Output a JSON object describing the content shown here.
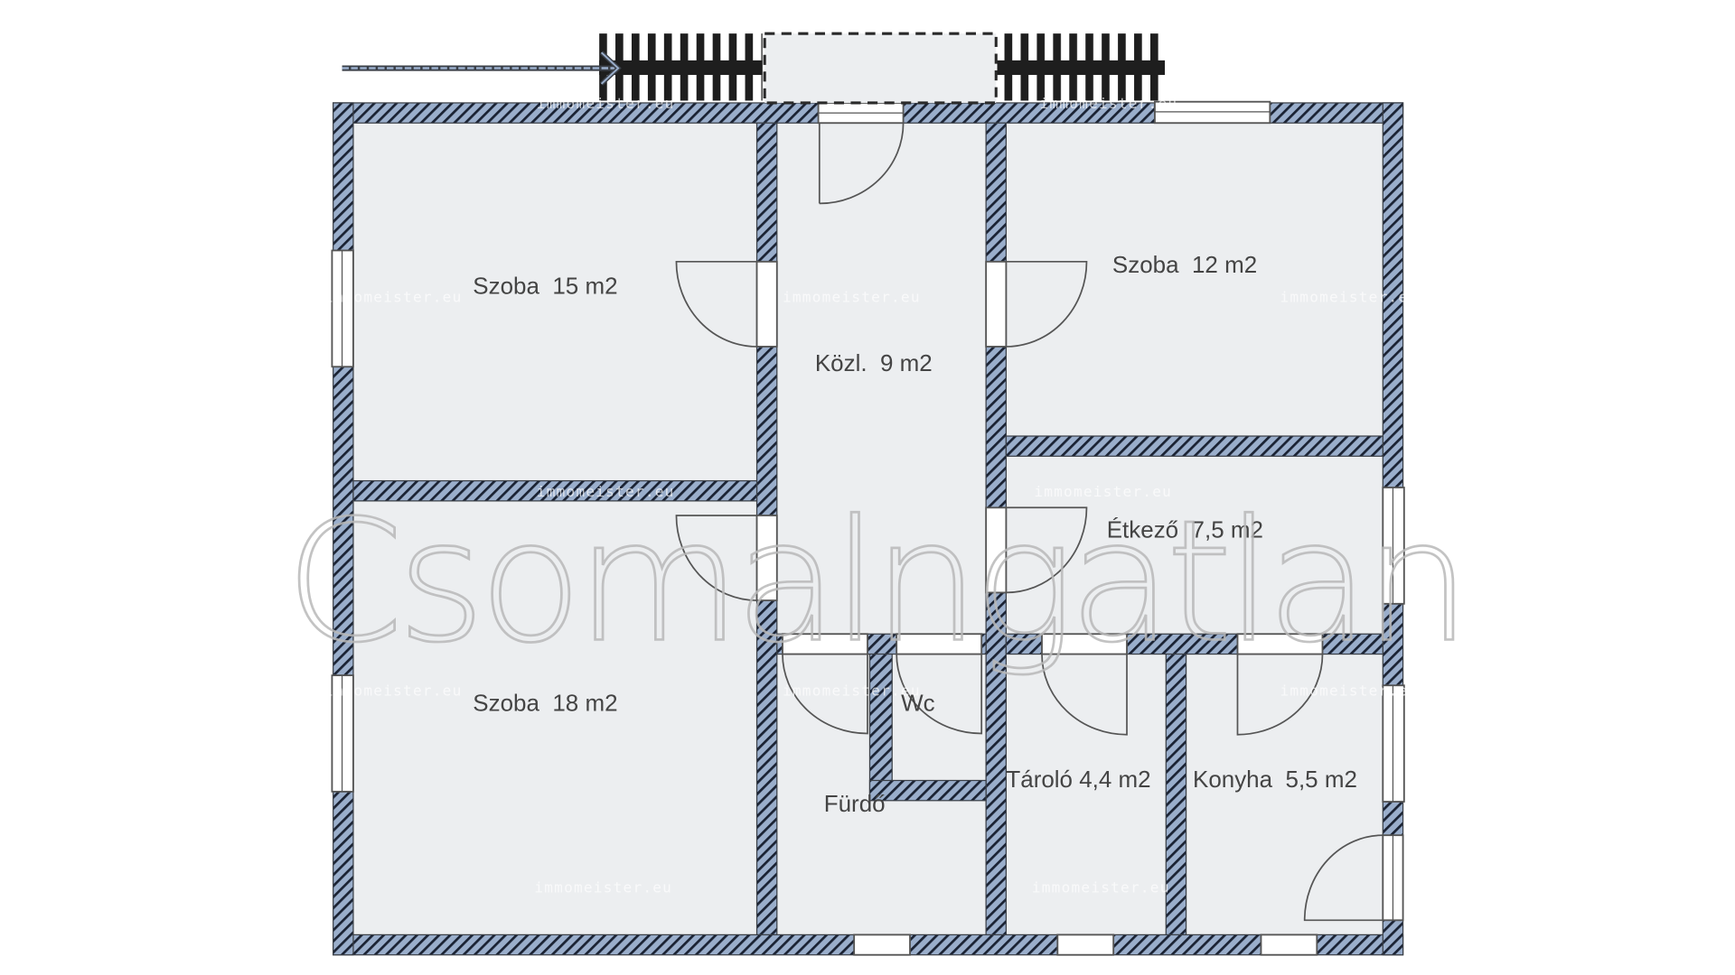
{
  "plan": {
    "colors": {
      "wall_fill": "#9aaecb",
      "wall_hatch": "#1a2233",
      "floor": "#eceef0",
      "background": "#ffffff",
      "label": "#444444",
      "stairs": "#1e1e1e"
    },
    "rooms": [
      {
        "id": "szoba-15",
        "label": "Szoba  15 m2"
      },
      {
        "id": "kozl",
        "label": "Közl.  9 m2"
      },
      {
        "id": "szoba-12",
        "label": "Szoba  12 m2"
      },
      {
        "id": "etkezo",
        "label": "Étkező  7,5 m2"
      },
      {
        "id": "szoba-18",
        "label": "Szoba  18 m2"
      },
      {
        "id": "wc",
        "label": "Wc"
      },
      {
        "id": "furdo",
        "label": "Fürdő"
      },
      {
        "id": "tarolo",
        "label": "Tároló 4,4 m2"
      },
      {
        "id": "konyha",
        "label": "Konyha  5,5 m2"
      }
    ],
    "watermark": {
      "big": "Csomalngatlan",
      "small": "immomeister.eu"
    },
    "entrance_arrow": "entrance-arrow"
  }
}
